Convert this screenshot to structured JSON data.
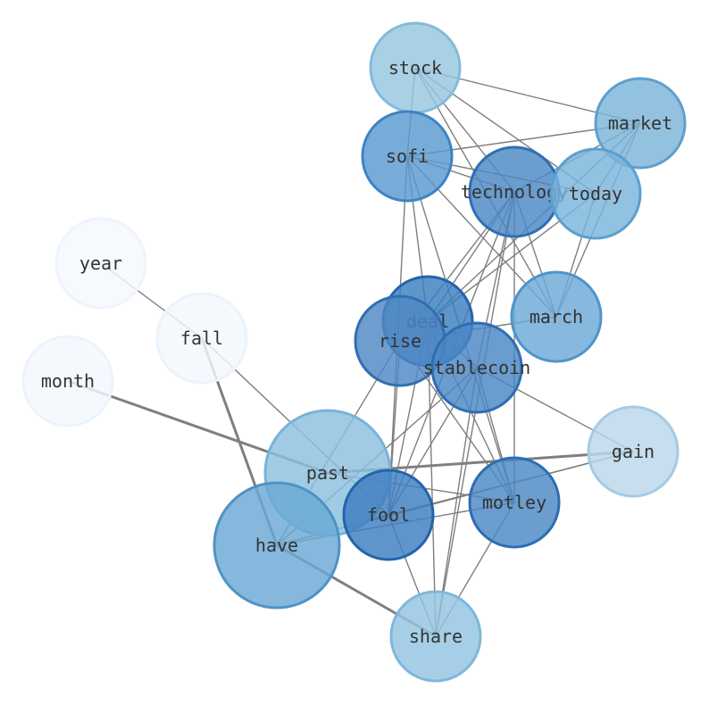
{
  "graph": {
    "nodes": [
      {
        "id": "stock",
        "label": "stock",
        "color": "#97c6e1",
        "stroke": "#84bbdb"
      },
      {
        "id": "market",
        "label": "market",
        "color": "#7bb4d9",
        "stroke": "#5f9fcf"
      },
      {
        "id": "sofi",
        "label": "sofi",
        "color": "#5a9ad0",
        "stroke": "#3d84c2"
      },
      {
        "id": "technology",
        "label": "technology",
        "color": "#4b87c4",
        "stroke": "#2e6fb4"
      },
      {
        "id": "today",
        "label": "today",
        "color": "#7ab5db",
        "stroke": "#5b9fd0"
      },
      {
        "id": "year",
        "label": "year",
        "color": "#f4f8fd",
        "stroke": "#eef4fb"
      },
      {
        "id": "fall",
        "label": "fall",
        "color": "#f3f8fd",
        "stroke": "#ebf3fb"
      },
      {
        "id": "month",
        "label": "month",
        "color": "#f3f8fd",
        "stroke": "#ebf3fb"
      },
      {
        "id": "march",
        "label": "march",
        "color": "#6ca9d7",
        "stroke": "#4d95cb"
      },
      {
        "id": "deal",
        "label": "deal",
        "color": "#3b7fc1",
        "stroke": "#2464ab"
      },
      {
        "id": "rise",
        "label": "rise",
        "color": "#4f88c5",
        "stroke": "#2f6fb3"
      },
      {
        "id": "stablecoin",
        "label": "stablecoin",
        "color": "#4a86c4",
        "stroke": "#2e6db2"
      },
      {
        "id": "gain",
        "label": "gain",
        "color": "#b9d7ea",
        "stroke": "#a6cae3"
      },
      {
        "id": "past",
        "label": "past",
        "color": "#8cc0df",
        "stroke": "#78b3d8"
      },
      {
        "id": "motley",
        "label": "motley",
        "color": "#4b87c4",
        "stroke": "#2e6db2"
      },
      {
        "id": "fool",
        "label": "fool",
        "color": "#3d7ebf",
        "stroke": "#2364ab"
      },
      {
        "id": "have",
        "label": "have",
        "color": "#6aa8d4",
        "stroke": "#4f93c6"
      },
      {
        "id": "share",
        "label": "share",
        "color": "#93c4e2",
        "stroke": "#7fb7dc"
      }
    ],
    "edges": [
      [
        "stock",
        "market"
      ],
      [
        "stock",
        "technology"
      ],
      [
        "stock",
        "today"
      ],
      [
        "stock",
        "march"
      ],
      [
        "stock",
        "sofi"
      ],
      [
        "market",
        "sofi"
      ],
      [
        "market",
        "technology"
      ],
      [
        "market",
        "march"
      ],
      [
        "market",
        "deal"
      ],
      [
        "market",
        "today"
      ],
      [
        "sofi",
        "technology"
      ],
      [
        "sofi",
        "today"
      ],
      [
        "sofi",
        "deal"
      ],
      [
        "sofi",
        "motley"
      ],
      [
        "sofi",
        "fool"
      ],
      [
        "sofi",
        "march"
      ],
      [
        "technology",
        "deal"
      ],
      [
        "technology",
        "rise"
      ],
      [
        "technology",
        "stablecoin"
      ],
      [
        "technology",
        "motley"
      ],
      [
        "technology",
        "march"
      ],
      [
        "technology",
        "fool"
      ],
      [
        "technology",
        "share"
      ],
      [
        "today",
        "deal"
      ],
      [
        "today",
        "march"
      ],
      [
        "march",
        "rise"
      ],
      [
        "deal",
        "stablecoin"
      ],
      [
        "deal",
        "motley"
      ],
      [
        "deal",
        "fool"
      ],
      [
        "deal",
        "share"
      ],
      [
        "rise",
        "fool"
      ],
      [
        "rise",
        "have"
      ],
      [
        "rise",
        "motley"
      ],
      [
        "stablecoin",
        "gain"
      ],
      [
        "stablecoin",
        "have"
      ],
      [
        "stablecoin",
        "fool"
      ],
      [
        "stablecoin",
        "share"
      ],
      [
        "stablecoin",
        "motley"
      ],
      [
        "gain",
        "past"
      ],
      [
        "gain",
        "fool"
      ],
      [
        "gain",
        "have"
      ],
      [
        "past",
        "month"
      ],
      [
        "past",
        "motley"
      ],
      [
        "motley",
        "have"
      ],
      [
        "motley",
        "share"
      ],
      [
        "fool",
        "share"
      ],
      [
        "fool",
        "have"
      ],
      [
        "have",
        "share"
      ],
      [
        "have",
        "fall"
      ],
      [
        "fall",
        "year"
      ],
      [
        "fall",
        "fool"
      ]
    ]
  }
}
